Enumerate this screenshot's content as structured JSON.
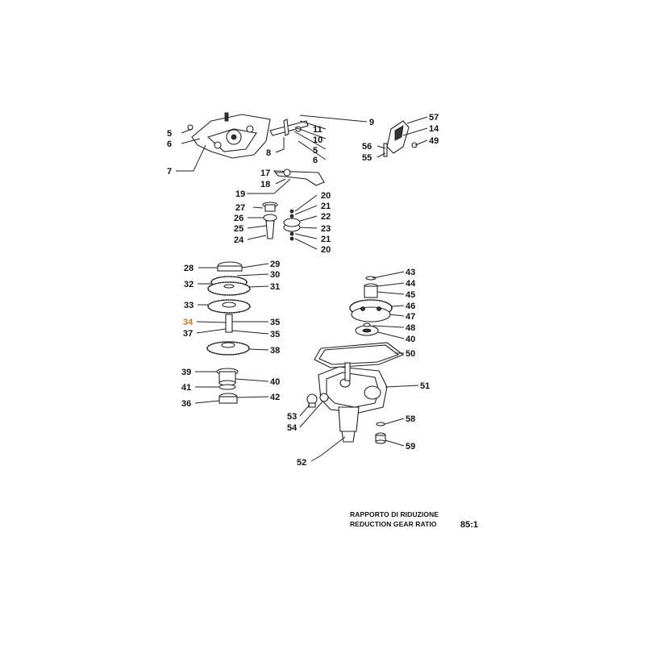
{
  "labels": {
    "l5a": "5",
    "l6a": "6",
    "l7": "7",
    "l9": "9",
    "l11": "11",
    "l10": "10",
    "l5b": "5",
    "l8": "8",
    "l6b": "6",
    "l57": "57",
    "l14": "14",
    "l49": "49",
    "l56": "56",
    "l55": "55",
    "l17": "17",
    "l18": "18",
    "l19": "19",
    "l20a": "20",
    "l21a": "21",
    "l22": "22",
    "l23": "23",
    "l21b": "21",
    "l20b": "20",
    "l27": "27",
    "l26": "26",
    "l25": "25",
    "l24": "24",
    "l28": "28",
    "l29": "29",
    "l30": "30",
    "l32": "32",
    "l31": "31",
    "l33": "33",
    "l34": "34",
    "l35a": "35",
    "l37": "37",
    "l35b": "35",
    "l38": "38",
    "l39": "39",
    "l40a": "40",
    "l41": "41",
    "l42": "42",
    "l36": "36",
    "l43": "43",
    "l44": "44",
    "l45": "45",
    "l46": "46",
    "l47": "47",
    "l48": "48",
    "l40b": "40",
    "l50": "50",
    "l51": "51",
    "l53": "53",
    "l54": "54",
    "l58": "58",
    "l59": "59",
    "l52": "52"
  },
  "caption": {
    "line1": "RAPPORTO DI RIDUZIONE",
    "line2": "REDUCTION GEAR RATIO",
    "ratio": "85:1"
  },
  "highlight_color": "#c8781c"
}
